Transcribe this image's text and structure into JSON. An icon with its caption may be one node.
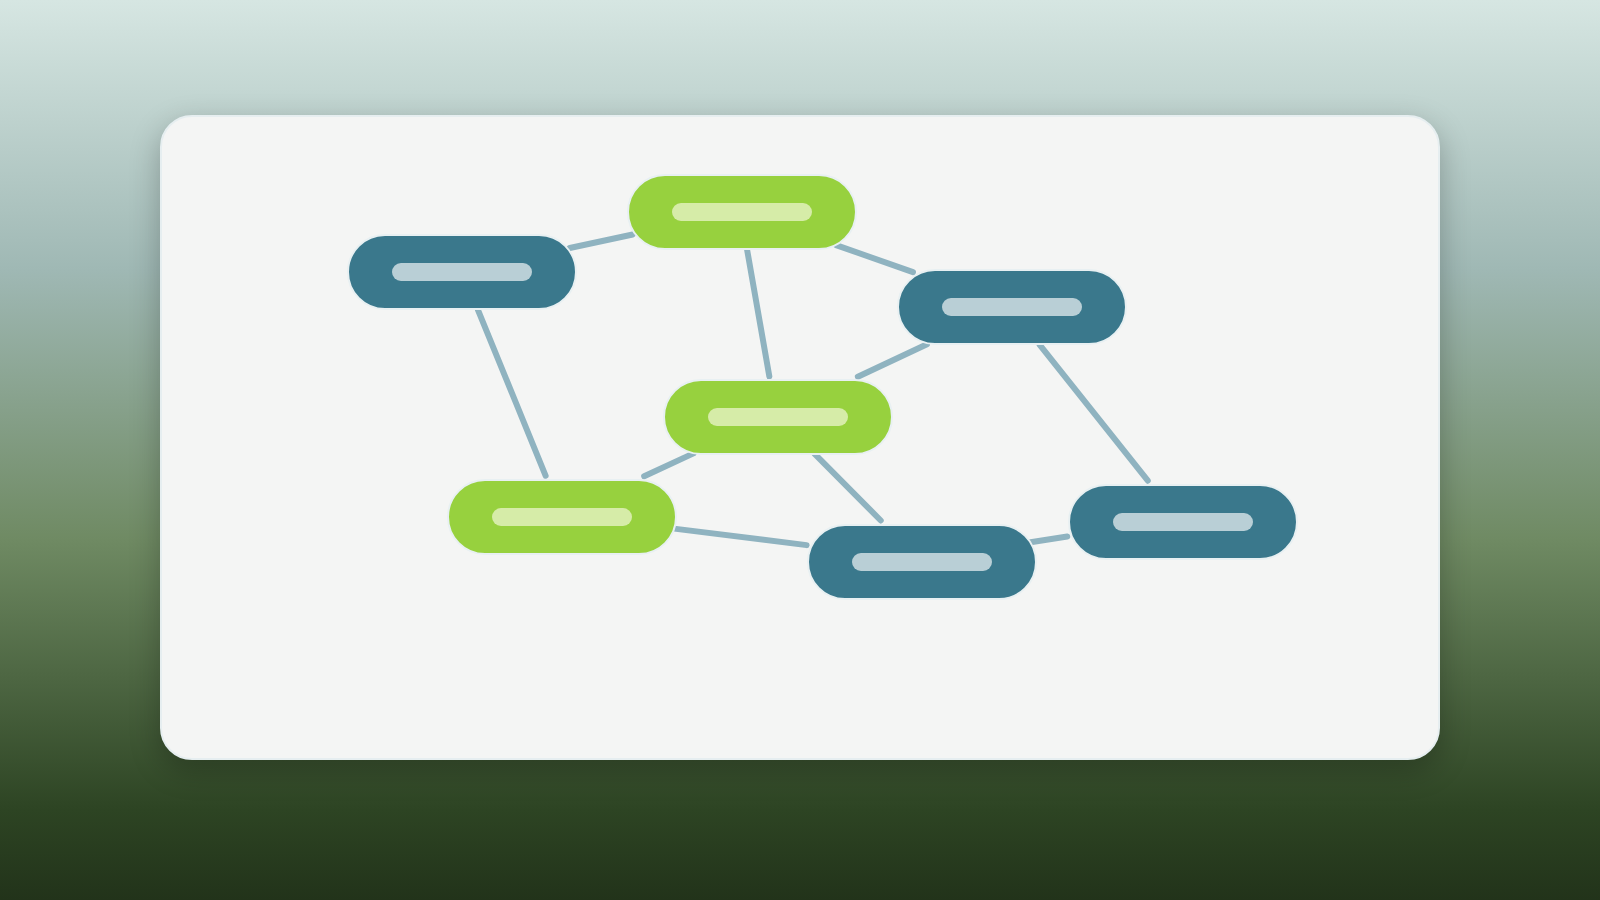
{
  "diagram": {
    "nodes": [
      {
        "text": [],
        "shape": "pill"
      },
      {
        "text": [],
        "shape": "pill"
      },
      {
        "text": [],
        "shape": "pill"
      },
      {
        "text": [],
        "shape": "pill"
      },
      {
        "text": [],
        "shape": "pill"
      },
      {
        "text": [],
        "shape": "pill"
      },
      {
        "text": [],
        "shape": "pill"
      }
    ],
    "edges": [
      {
        "from": 0,
        "to": 1,
        "arrow": "none"
      },
      {
        "from": 1,
        "to": 2,
        "arrow": "none"
      },
      {
        "from": 1,
        "to": 3,
        "arrow": "none"
      },
      {
        "from": 0,
        "to": 4,
        "arrow": "none"
      },
      {
        "from": 2,
        "to": 3,
        "arrow": "none"
      },
      {
        "from": 3,
        "to": 4,
        "arrow": "none"
      },
      {
        "from": 3,
        "to": 5,
        "arrow": "none"
      },
      {
        "from": 4,
        "to": 5,
        "arrow": "none"
      },
      {
        "from": 2,
        "to": 6,
        "arrow": "none"
      },
      {
        "from": 5,
        "to": 6,
        "arrow": "none"
      }
    ]
  }
}
